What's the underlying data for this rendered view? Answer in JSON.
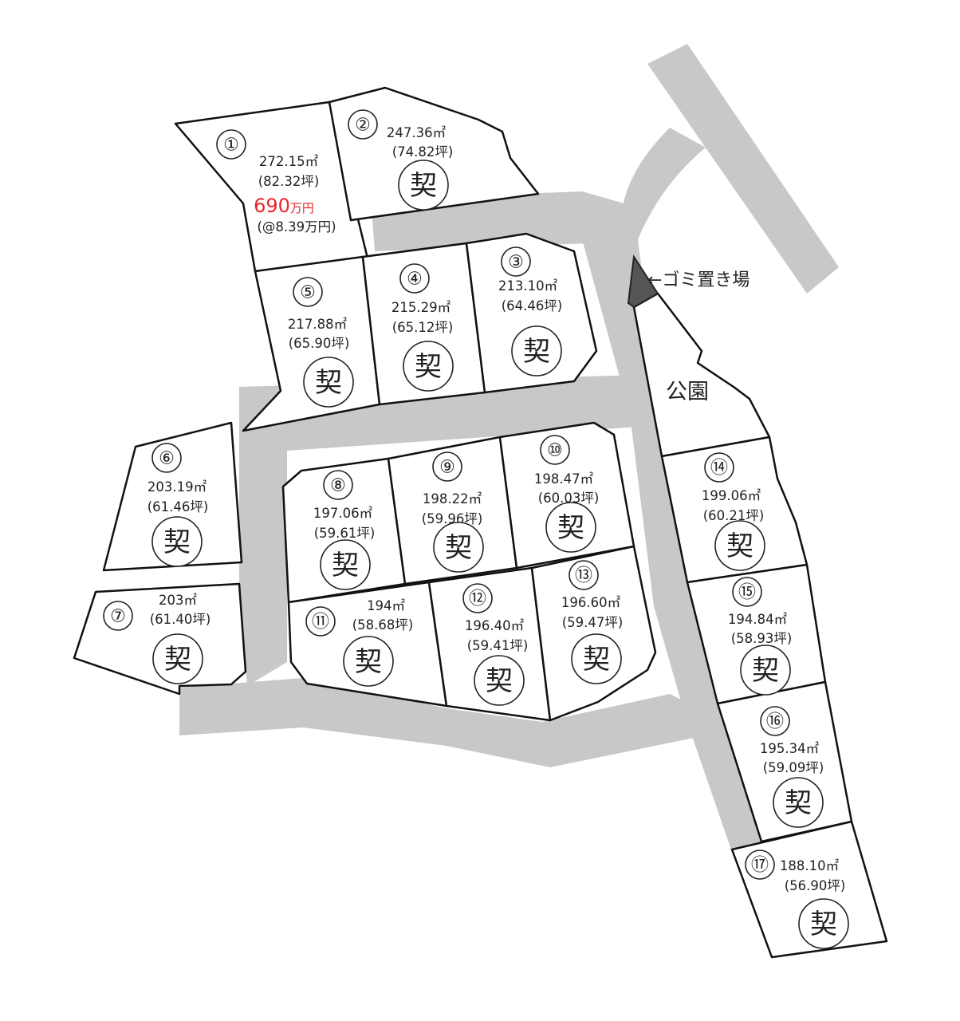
{
  "map": {
    "colors": {
      "road": "#c8c8c8",
      "lot_outline": "#111111",
      "garbage_area": "#555555",
      "price_text": "#e8262b"
    },
    "park_label": "公園",
    "garbage_label": "←ゴミ置き場",
    "seal_char": "契",
    "lots": [
      {
        "num": "①",
        "area": "272.15㎡",
        "tsubo": "(82.32坪)",
        "price_value": "690",
        "price_unit": "万円",
        "unit_price": "(@8.39万円)",
        "contracted": false
      },
      {
        "num": "②",
        "area": "247.36㎡",
        "tsubo": "(74.82坪)",
        "contracted": true
      },
      {
        "num": "③",
        "area": "213.10㎡",
        "tsubo": "(64.46坪)",
        "contracted": true
      },
      {
        "num": "④",
        "area": "215.29㎡",
        "tsubo": "(65.12坪)",
        "contracted": true
      },
      {
        "num": "⑤",
        "area": "217.88㎡",
        "tsubo": "(65.90坪)",
        "contracted": true
      },
      {
        "num": "⑥",
        "area": "203.19㎡",
        "tsubo": "(61.46坪)",
        "contracted": true
      },
      {
        "num": "⑦",
        "area": "203㎡",
        "tsubo": "(61.40坪)",
        "contracted": true
      },
      {
        "num": "⑧",
        "area": "197.06㎡",
        "tsubo": "(59.61坪)",
        "contracted": true
      },
      {
        "num": "⑨",
        "area": "198.22㎡",
        "tsubo": "(59.96坪)",
        "contracted": true
      },
      {
        "num": "⑩",
        "area": "198.47㎡",
        "tsubo": "(60.03坪)",
        "contracted": true
      },
      {
        "num": "⑪",
        "area": "194㎡",
        "tsubo": "(58.68坪)",
        "contracted": true
      },
      {
        "num": "⑫",
        "area": "196.40㎡",
        "tsubo": "(59.41坪)",
        "contracted": true
      },
      {
        "num": "⑬",
        "area": "196.60㎡",
        "tsubo": "(59.47坪)",
        "contracted": true
      },
      {
        "num": "⑭",
        "area": "199.06㎡",
        "tsubo": "(60.21坪)",
        "contracted": true
      },
      {
        "num": "⑮",
        "area": "194.84㎡",
        "tsubo": "(58.93坪)",
        "contracted": true
      },
      {
        "num": "⑯",
        "area": "195.34㎡",
        "tsubo": "(59.09坪)",
        "contracted": true
      },
      {
        "num": "⑰",
        "area": "188.10㎡",
        "tsubo": "(56.90坪)",
        "contracted": true
      }
    ]
  }
}
